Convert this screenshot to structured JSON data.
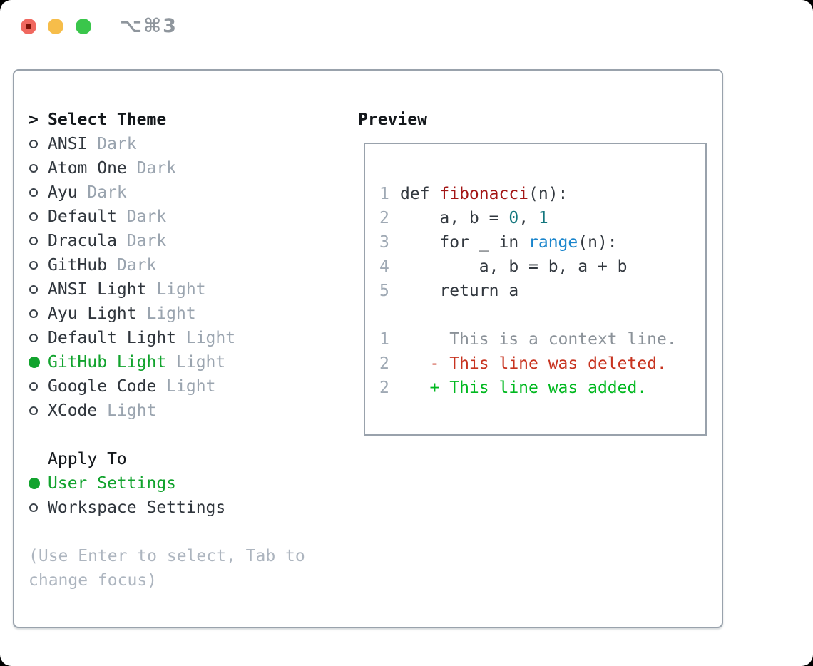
{
  "window": {
    "shortcut": "⌥⌘3"
  },
  "colors": {
    "traffic_red": "#f0685f",
    "traffic_yellow": "#f6bd4a",
    "traffic_green": "#3ac64b",
    "selected_green": "#12a32e",
    "panel_border": "#99a2ac",
    "func_red": "#a31515",
    "builtin_blue": "#1a85cc",
    "number_teal": "#13767d",
    "diff_added_green": "#00b81f",
    "diff_deleted_red": "#c7331f"
  },
  "theme_picker": {
    "prompt": ">",
    "title": "Select Theme",
    "themes": [
      {
        "name": "ANSI",
        "tag": "Dark",
        "selected": false
      },
      {
        "name": "Atom One",
        "tag": "Dark",
        "selected": false
      },
      {
        "name": "Ayu",
        "tag": "Dark",
        "selected": false
      },
      {
        "name": "Default",
        "tag": "Dark",
        "selected": false
      },
      {
        "name": "Dracula",
        "tag": "Dark",
        "selected": false
      },
      {
        "name": "GitHub",
        "tag": "Dark",
        "selected": false
      },
      {
        "name": "ANSI Light",
        "tag": "Light",
        "selected": false
      },
      {
        "name": "Ayu Light",
        "tag": "Light",
        "selected": false
      },
      {
        "name": "Default Light",
        "tag": "Light",
        "selected": false
      },
      {
        "name": "GitHub Light",
        "tag": "Light",
        "selected": true
      },
      {
        "name": "Google Code",
        "tag": "Light",
        "selected": false
      },
      {
        "name": "XCode",
        "tag": "Light",
        "selected": false
      }
    ],
    "apply_to": {
      "title": "Apply To",
      "options": [
        {
          "name": "User Settings",
          "selected": true
        },
        {
          "name": "Workspace Settings",
          "selected": false
        }
      ]
    },
    "hint_lines": [
      "(Use Enter to select, Tab to",
      "change focus)"
    ]
  },
  "preview": {
    "title": "Preview",
    "code_lines": [
      {
        "num": "1",
        "segments": [
          {
            "t": "def ",
            "c": "plain"
          },
          {
            "t": "fibonacci",
            "c": "func"
          },
          {
            "t": "(n):",
            "c": "plain"
          }
        ]
      },
      {
        "num": "2",
        "segments": [
          {
            "t": "    a, b = ",
            "c": "plain"
          },
          {
            "t": "0",
            "c": "num"
          },
          {
            "t": ", ",
            "c": "plain"
          },
          {
            "t": "1",
            "c": "num"
          }
        ]
      },
      {
        "num": "3",
        "segments": [
          {
            "t": "    for _ in ",
            "c": "plain"
          },
          {
            "t": "range",
            "c": "builtin"
          },
          {
            "t": "(n):",
            "c": "plain"
          }
        ]
      },
      {
        "num": "4",
        "segments": [
          {
            "t": "        a, b = b, a + b",
            "c": "plain"
          }
        ]
      },
      {
        "num": "5",
        "segments": [
          {
            "t": "    return a",
            "c": "plain"
          }
        ]
      },
      {
        "num": "",
        "segments": []
      },
      {
        "num": "1",
        "segments": [
          {
            "t": "     This is a context line.",
            "c": "context"
          }
        ]
      },
      {
        "num": "2",
        "segments": [
          {
            "t": "   - This line was deleted.",
            "c": "deleted"
          }
        ]
      },
      {
        "num": "2",
        "segments": [
          {
            "t": "   + This line was added.",
            "c": "added"
          }
        ]
      }
    ]
  }
}
